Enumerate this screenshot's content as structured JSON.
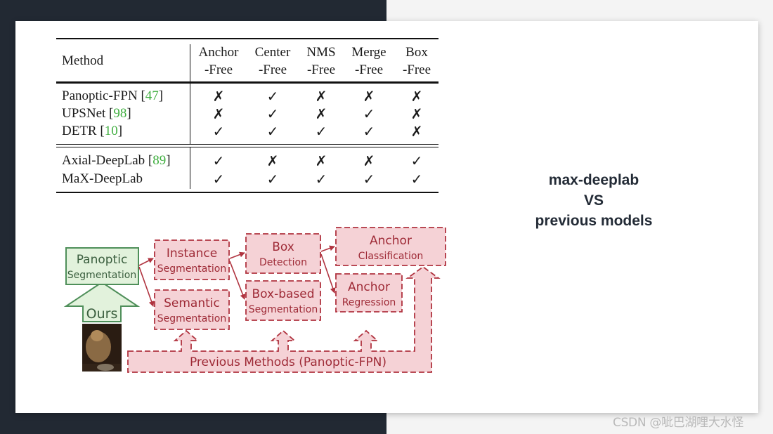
{
  "table": {
    "method_header": "Method",
    "columns": [
      {
        "line1": "Anchor",
        "line2": "-Free"
      },
      {
        "line1": "Center",
        "line2": "-Free"
      },
      {
        "line1": "NMS",
        "line2": "-Free"
      },
      {
        "line1": "Merge",
        "line2": "-Free"
      },
      {
        "line1": "Box",
        "line2": "-Free"
      }
    ],
    "rows": [
      {
        "name": "Panoptic-FPN ",
        "cite": "47",
        "marks": [
          "✗",
          "✓",
          "✗",
          "✗",
          "✗"
        ]
      },
      {
        "name": "UPSNet ",
        "cite": "98",
        "marks": [
          "✗",
          "✓",
          "✗",
          "✓",
          "✗"
        ]
      },
      {
        "name": "DETR ",
        "cite": "10",
        "marks": [
          "✓",
          "✓",
          "✓",
          "✓",
          "✗"
        ]
      },
      {
        "name": "Axial-DeepLab ",
        "cite": "89",
        "marks": [
          "✓",
          "✗",
          "✗",
          "✗",
          "✓"
        ]
      },
      {
        "name": "MaX-DeepLab",
        "cite": "",
        "marks": [
          "✓",
          "✓",
          "✓",
          "✓",
          "✓"
        ]
      }
    ]
  },
  "diagram": {
    "panoptic_title": "Panoptic",
    "panoptic_sub": "Segmentation",
    "ours": "Ours",
    "instance_title": "Instance",
    "instance_sub": "Segmentation",
    "semantic_title": "Semantic",
    "semantic_sub": "Segmentation",
    "box_title": "Box",
    "box_sub": "Detection",
    "boxbased_title": "Box-based",
    "boxbased_sub": "Segmentation",
    "anchor_class_title": "Anchor",
    "anchor_class_sub": "Classification",
    "anchor_reg_title": "Anchor",
    "anchor_reg_sub": "Regression",
    "previous_methods": "Previous Methods (Panoptic-FPN)"
  },
  "title": {
    "line1": "max-deeplab",
    "line2": "VS",
    "line3": "previous models"
  },
  "footer": "CSDN @呲巴湖哩大水怪",
  "colors": {
    "dashed_red": "#b0333f",
    "pink_fill": "#f5d2d6",
    "ours_green": "#4f8f5a",
    "ours_fill": "#e2f2dc",
    "citation_green": "#3fae3f"
  }
}
